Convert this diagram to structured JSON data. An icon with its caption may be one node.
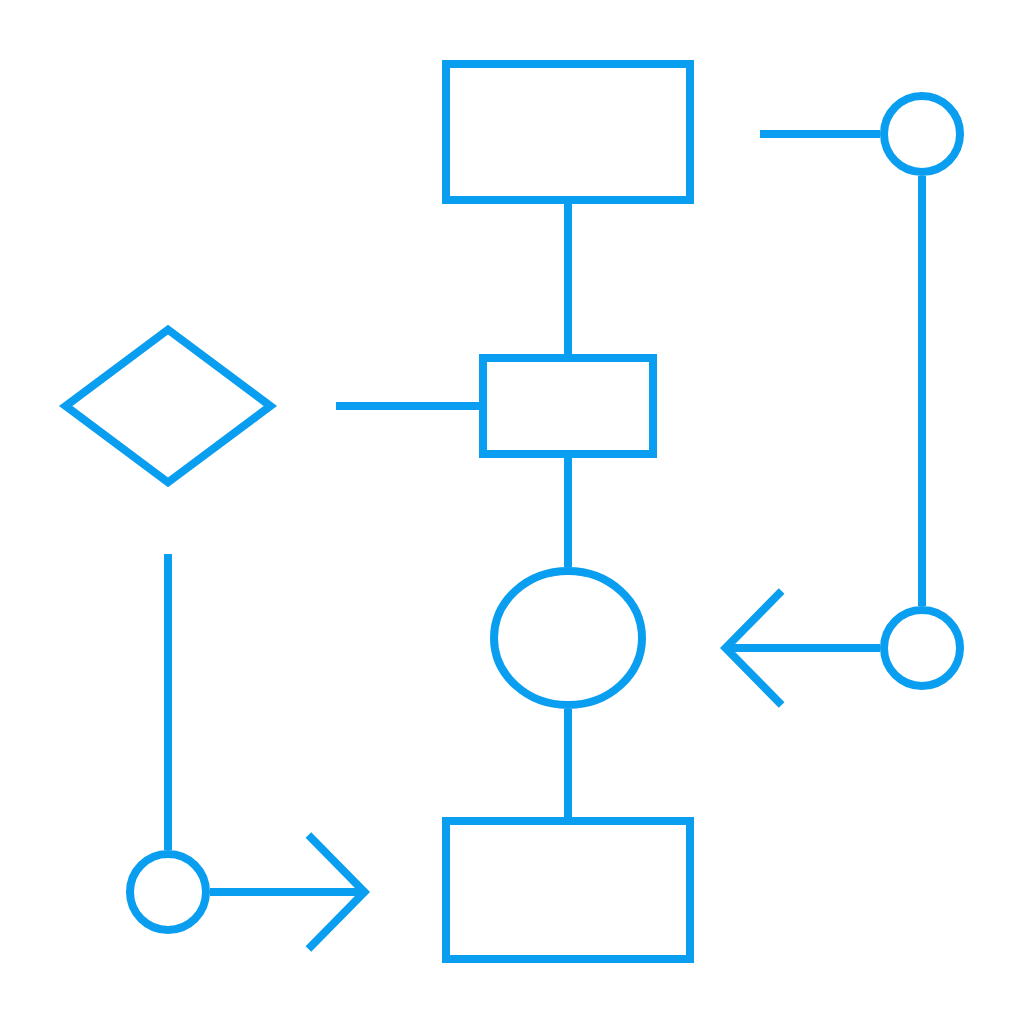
{
  "diagram": {
    "nodes": [
      {
        "text": [],
        "shape": "box"
      },
      {
        "text": [],
        "shape": "circle"
      },
      {
        "text": [],
        "shape": "diamond"
      },
      {
        "text": [],
        "shape": "box"
      },
      {
        "text": [],
        "shape": "circle"
      },
      {
        "text": [],
        "shape": "circle"
      },
      {
        "text": [],
        "shape": "circle"
      },
      {
        "text": [],
        "shape": "box"
      }
    ],
    "edges": [
      {
        "from": 0,
        "to": 3,
        "arrow": "none"
      },
      {
        "from": 3,
        "to": 4,
        "arrow": "none"
      },
      {
        "from": 4,
        "to": 7,
        "arrow": "none"
      },
      {
        "from": null,
        "to": 1,
        "arrow": "none"
      },
      {
        "from": 1,
        "to": 5,
        "arrow": "none"
      },
      {
        "from": 5,
        "to": null,
        "arrow": "to"
      },
      {
        "from": null,
        "to": 3,
        "arrow": "none"
      },
      {
        "from": null,
        "to": 6,
        "arrow": "none"
      },
      {
        "from": 6,
        "to": null,
        "arrow": "to"
      }
    ]
  }
}
